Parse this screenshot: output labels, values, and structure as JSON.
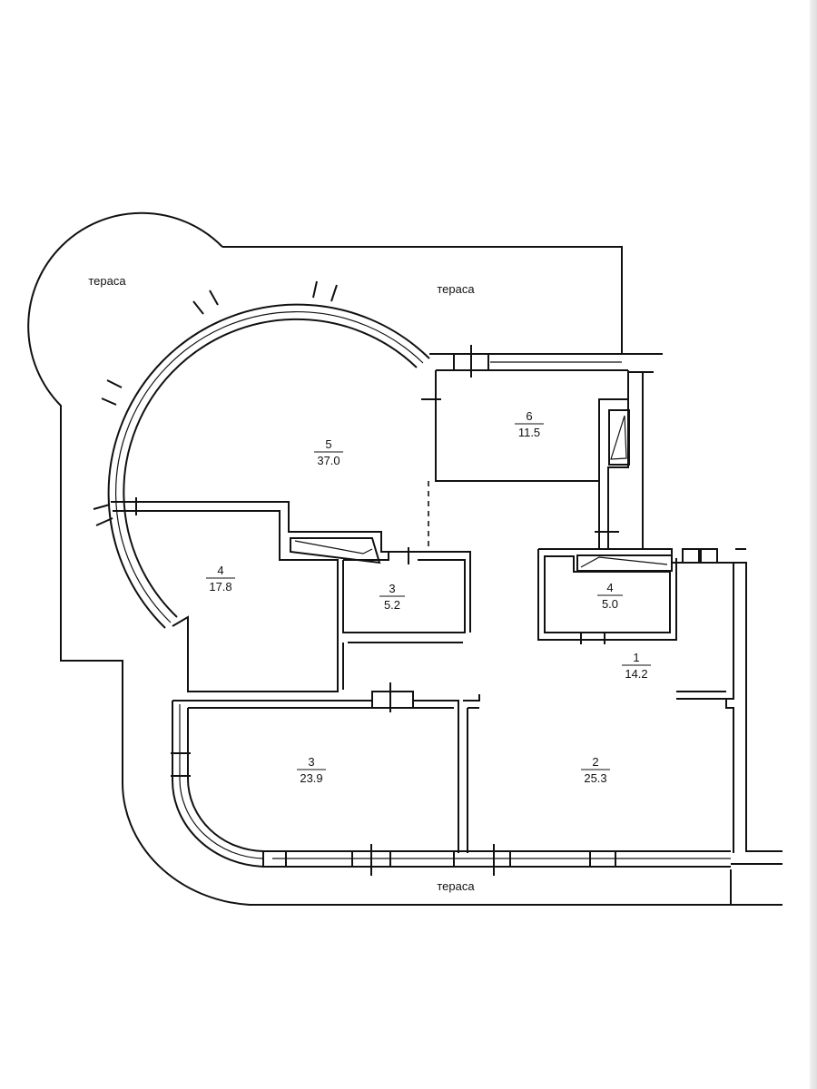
{
  "terraces": {
    "top_left": "тераса",
    "top_right": "тераса",
    "bottom": "тераса"
  },
  "rooms": [
    {
      "id": "room-5",
      "number": "5",
      "area": "37.0"
    },
    {
      "id": "room-6",
      "number": "6",
      "area": "11.5"
    },
    {
      "id": "room-4-left",
      "number": "4",
      "area": "17.8"
    },
    {
      "id": "room-3-small",
      "number": "3",
      "area": "5.2"
    },
    {
      "id": "room-4-small",
      "number": "4",
      "area": "5.0"
    },
    {
      "id": "room-1",
      "number": "1",
      "area": "14.2"
    },
    {
      "id": "room-3-large",
      "number": "3",
      "area": "23.9"
    },
    {
      "id": "room-2",
      "number": "2",
      "area": "25.3"
    }
  ]
}
